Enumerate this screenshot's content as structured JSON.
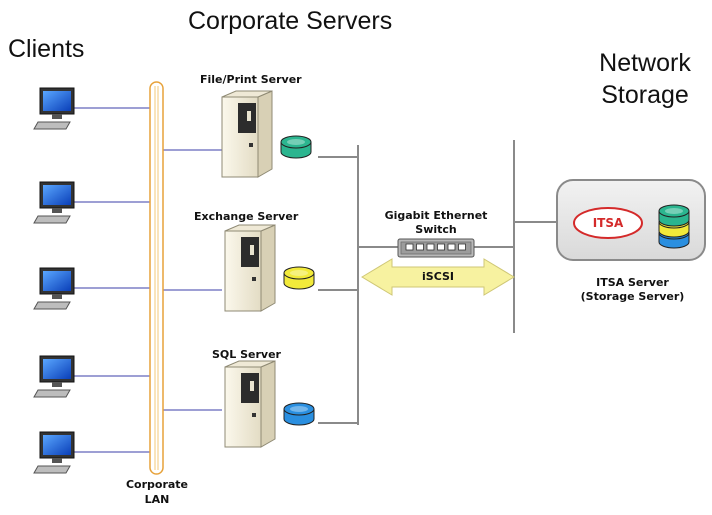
{
  "headings": {
    "clients": "Clients",
    "corporate_servers": "Corporate Servers",
    "network_storage_line1": "Network",
    "network_storage_line2": "Storage"
  },
  "lan": {
    "label_line1": "Corporate",
    "label_line2": "LAN"
  },
  "servers": [
    {
      "label": "File/Print Server",
      "disk_color": "#2bb58f"
    },
    {
      "label": "Exchange Server",
      "disk_color": "#f2ea3a"
    },
    {
      "label": "SQL Server",
      "disk_color": "#2a8fe0"
    }
  ],
  "switch": {
    "label_line1": "Gigabit Ethernet",
    "label_line2": "Switch"
  },
  "protocol": {
    "label": "iSCSI",
    "arrow_color": "#f7f2a0"
  },
  "storage_server": {
    "badge": "ITSA",
    "label_line1": "ITSA Server",
    "label_line2": "(Storage Server)",
    "stack_colors": [
      "#2bb58f",
      "#f2ea3a",
      "#2a8fe0"
    ]
  },
  "colors": {
    "link_line": "#3b3fa8",
    "ethernet_line": "#8a8a8a",
    "lan_outline": "#e7a23a",
    "badge_red": "#d42a2a"
  },
  "clients_count": 5
}
